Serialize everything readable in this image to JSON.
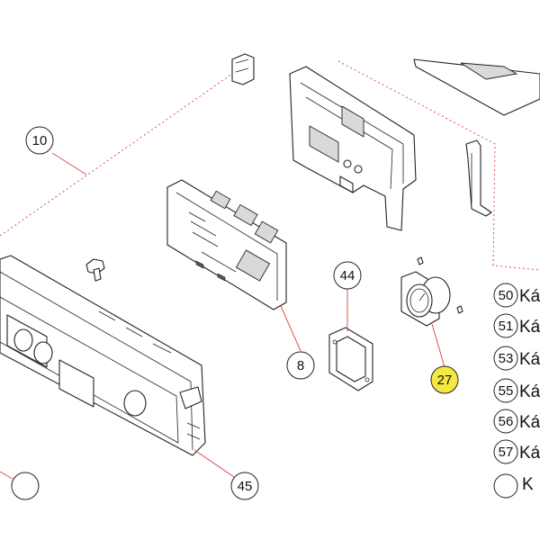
{
  "callouts": {
    "c10": "10",
    "c8": "8",
    "c44": "44",
    "c27": "27",
    "c45_partial": "45"
  },
  "legend": [
    {
      "num": "50",
      "text": "Ká"
    },
    {
      "num": "51",
      "text": "Ká"
    },
    {
      "num": "53",
      "text": "Ká"
    },
    {
      "num": "55",
      "text": "Ká"
    },
    {
      "num": "56",
      "text": "Ká"
    },
    {
      "num": "57",
      "text": "Ká"
    },
    {
      "num": "",
      "text": "K"
    }
  ],
  "colors": {
    "leader_line": "#d9534f",
    "highlight_callout": "#f4e842",
    "line_art": "#222222"
  }
}
